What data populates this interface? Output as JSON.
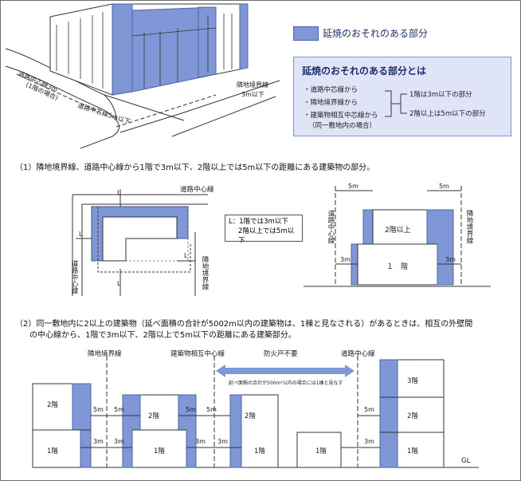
{
  "legend": {
    "label": "延焼のおそれのある部分",
    "swatch_color": "#7f97d6"
  },
  "definition": {
    "title": "延焼のおそれのある部分とは",
    "items": [
      "・道路中芯線から",
      "・隣地境界線から",
      "・建築物相互中芯線から",
      "（同一敷地内の場合）"
    ],
    "results": [
      "1階は3m以下の部分",
      "2階以上は5m以下の部分"
    ]
  },
  "top_drawing": {
    "road_label_1": "道路中芯線3m",
    "road_label_1b": "(1階の場合)",
    "road_label_2": "道路中芯線5m以下",
    "boundary_label_1": "隣地境界線",
    "boundary_label_2": "3m以下"
  },
  "section1": {
    "heading": "（1）隣地境界線、道路中心線から1階で3m以下、2階以上では5m以下の距離にある建築物の部分。",
    "plan": {
      "road_center": "道路中心線",
      "road_center_vertical": "道路中心線",
      "boundary_vertical": "隣地境界線",
      "L": "L"
    },
    "note_lines": [
      "L：1階では3m以下",
      "2階以上では5m以下"
    ],
    "elevation": {
      "left_5m": "5m",
      "right_5m": "5m",
      "left_3m": "3m",
      "right_3m": "3m",
      "upper": "2階以上",
      "lower": "１　階",
      "left_line": "道路中心線",
      "right_line": "隣地境界線"
    }
  },
  "section2": {
    "heading_line1": "（2）同一敷地内に2以上の建築物（延べ面積の合計が5002m以内の建築物は、1棟と見なされる）があるときは、相互の外壁間",
    "heading_line2": "の中心線から、1階で3m以下、2階以上で5m以下の距離にある建築部分。",
    "line_labels": [
      "隣地境界線",
      "建築物相互中心線",
      "防火戸不要",
      "道路中心線"
    ],
    "arrow_note": "延べ面積の合計が500m²以内の場合には1棟と見なす",
    "dims": {
      "five": "5m",
      "three": "3m"
    },
    "floors": {
      "f1": "1階",
      "f2": "2階",
      "f3": "3階"
    },
    "gl": "GL"
  }
}
